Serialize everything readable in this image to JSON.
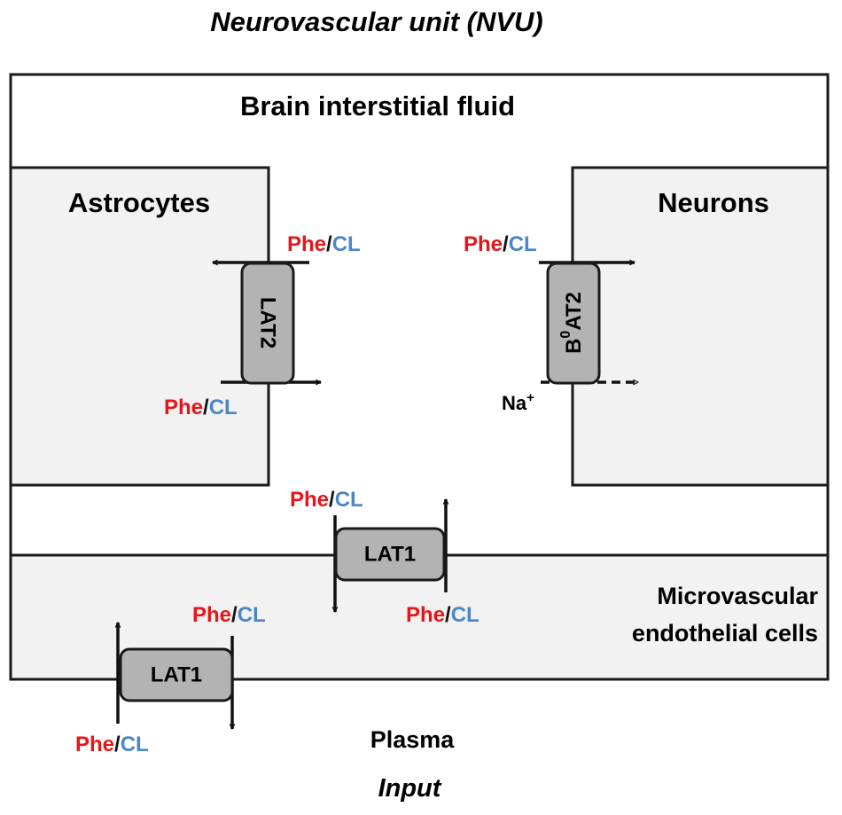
{
  "title": "Neurovascular unit (NVU)",
  "compartments": {
    "isf": "Brain interstitial fluid",
    "astrocytes": "Astrocytes",
    "neurons": "Neurons",
    "endothelial_line1": "Microvascular",
    "endothelial_line2": "endothelial cells",
    "plasma": "Plasma",
    "input": "Input"
  },
  "transporters": {
    "lat2": "LAT2",
    "b0at2_base": "B",
    "b0at2_sup": "0",
    "b0at2_rest": "AT2",
    "lat1_upper": "LAT1",
    "lat1_lower": "LAT1"
  },
  "substrate": {
    "phe": "Phe",
    "slash": "/",
    "cl": "CL",
    "phe_color": "#e8141b",
    "cl_color": "#4a86c8"
  },
  "ion": {
    "base": "Na",
    "sup": "+"
  },
  "colors": {
    "cell_fill": "#f2f2f2",
    "transporter_fill": "#b3b3b3",
    "stroke": "#1a1a1a"
  }
}
